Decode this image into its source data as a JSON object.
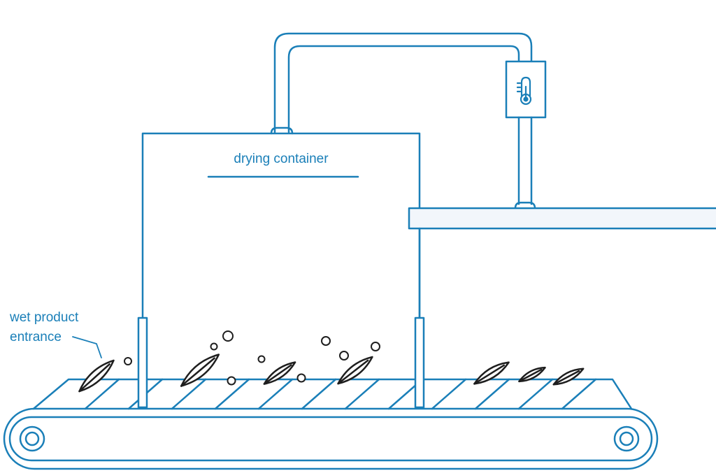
{
  "labels": {
    "container": "drying container",
    "entrance_line1": "wet product",
    "entrance_line2": "entrance"
  },
  "icons": {
    "thermometer": "thermometer-icon",
    "leaf": "leaf-icon",
    "moisture": "moisture-bubble-icon"
  },
  "colors": {
    "line": "#1a7fb8",
    "label": "#1a7fb8",
    "leaf": "#1e1e1e",
    "pipe_fill": "#f2f6fb"
  }
}
